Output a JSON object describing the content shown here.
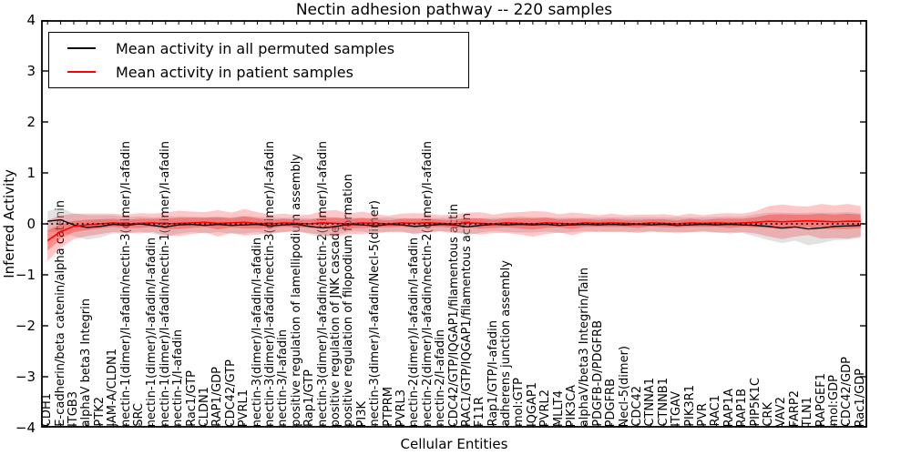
{
  "title": "Nectin adhesion pathway -- 220 samples",
  "axes": {
    "y_ticks": [
      "4",
      "3",
      "2",
      "1",
      "0",
      "−1",
      "−2",
      "−3",
      "−4"
    ],
    "ylim": [
      -4,
      4
    ]
  },
  "chart_data": {
    "type": "line",
    "title": "Nectin adhesion pathway -- 220 samples",
    "xlabel": "Cellular Entities",
    "ylabel": "Inferred Activity",
    "ylim": [
      -4,
      4
    ],
    "grid": false,
    "legend_position": "upper left",
    "reference_line": {
      "y": 0,
      "style": "dotted",
      "color": "#000000"
    },
    "categories": [
      "CDH1",
      "E-cadherin/beta catenin/alpha catenin",
      "ITGB3",
      "alphaV beta3 Integrin",
      "PTK2",
      "JAM-A/CLDN1",
      "nectin-1(dimer)/I-afadin/nectin-3(dimer)/I-afadin",
      "SRC",
      "nectin-1(dimer)/I-afadin/I-afadin",
      "nectin-1(dimer)/I-afadin/nectin-1(dimer)/I-afadin",
      "nectin-1/I-afadin",
      "Rac1/GTP",
      "CLDN1",
      "RAP1/GDP",
      "CDC42/GTP",
      "PVRL1",
      "nectin-3(dimer)/I-afadin/I-afadin",
      "nectin-3(dimer)/I-afadin/nectin-3(dimer)/I-afadin",
      "nectin-3/I-afadin",
      "positive regulation of lamellipodium assembly",
      "Rap1/GTP",
      "nectin-3(dimer)/I-afadin/nectin-2(dimer)/I-afadin",
      "positive regulation of JNK cascade",
      "positive regulation of filopodium formation",
      "PI3K",
      "nectin-3(dimer)/I-afadin/Necl-5(dimer)",
      "PTPRM",
      "PVRL3",
      "nectin-2(dimer)/I-afadin/I-afadin",
      "nectin-2(dimer)/I-afadin/nectin-2(dimer)/I-afadin",
      "nectin-2/I-afadin",
      "CDC42/GTP/IQGAP1/filamentous actin",
      "RAC1/GTP/IQGAP1/filamentous actin",
      "F11R",
      "Rap1/GTP/I-afadin",
      "adherens junction assembly",
      "mol:GTP",
      "IQGAP1",
      "PVRL2",
      "MLLT4",
      "PIK3CA",
      "alphaV/beta3 Integrin/Talin",
      "PDGFB-D/PDGFRB",
      "PDGFRB",
      "Necl-5(dimer)",
      "CDC42",
      "CTNNA1",
      "CTNNB1",
      "ITGAV",
      "PIK3R1",
      "PVR",
      "RAC1",
      "RAP1A",
      "RAP1B",
      "PIP5K1C",
      "CRK",
      "VAV2",
      "FARP2",
      "TLN1",
      "RAPGEF1",
      "mol:GDP",
      "CDC42/GDP",
      "Rac1/GDP"
    ],
    "series": [
      {
        "name": "Mean activity in all permuted samples",
        "color": "#000000",
        "band_color": "#bfbfbf",
        "band_opacity": 0.45,
        "values": [
          0.05,
          0.08,
          -0.02,
          -0.07,
          -0.05,
          -0.01,
          -0.03,
          0,
          -0.03,
          -0.06,
          -0.02,
          -0.01,
          -0.03,
          -0.01,
          -0.03,
          -0.02,
          -0.01,
          -0.04,
          -0.02,
          -0.01,
          -0.05,
          -0.08,
          -0.05,
          -0.01,
          -0.02,
          -0.04,
          -0.01,
          -0.02,
          -0.05,
          -0.03,
          -0.01,
          -0.02,
          -0.06,
          -0.03,
          -0.01,
          -0.02,
          -0.01,
          -0.02,
          -0.01,
          -0.03,
          -0.02,
          -0.01,
          -0.02,
          -0.01,
          -0.02,
          -0.01,
          -0.02,
          -0.01,
          -0.03,
          -0.02,
          -0.01,
          -0.02,
          -0.01,
          -0.02,
          -0.03,
          -0.05,
          -0.08,
          -0.06,
          -0.1,
          -0.08,
          -0.05,
          -0.04,
          -0.03
        ],
        "band_halfwidth": [
          0.2,
          0.24,
          0.22,
          0.24,
          0.22,
          0.18,
          0.16,
          0.15,
          0.16,
          0.2,
          0.17,
          0.15,
          0.16,
          0.15,
          0.16,
          0.17,
          0.15,
          0.16,
          0.14,
          0.13,
          0.16,
          0.19,
          0.16,
          0.14,
          0.13,
          0.16,
          0.14,
          0.13,
          0.16,
          0.14,
          0.13,
          0.14,
          0.17,
          0.14,
          0.13,
          0.14,
          0.16,
          0.15,
          0.14,
          0.15,
          0.14,
          0.13,
          0.15,
          0.14,
          0.15,
          0.14,
          0.15,
          0.14,
          0.16,
          0.15,
          0.14,
          0.16,
          0.15,
          0.16,
          0.22,
          0.27,
          0.3,
          0.27,
          0.32,
          0.3,
          0.27,
          0.27,
          0.24
        ]
      },
      {
        "name": "Mean activity in patient samples",
        "color": "#ff0000",
        "band_color": "#ff0000",
        "band_opacity": 0.22,
        "band_inner_opacity": 0.3,
        "values": [
          -0.33,
          -0.15,
          -0.05,
          -0.02,
          0,
          0.02,
          0,
          0.01,
          0.02,
          0,
          0.01,
          0.02,
          0.03,
          0.01,
          0.02,
          0.03,
          0.01,
          0,
          0.02,
          0.01,
          0,
          0.02,
          0.01,
          0,
          0.02,
          0.01,
          0,
          0.02,
          0.01,
          0.02,
          0.01,
          0,
          0.02,
          0.01,
          0,
          0.02,
          0.01,
          0,
          0.02,
          0.01,
          0,
          0.02,
          0.01,
          0.02,
          0.01,
          0,
          0.02,
          0.01,
          0,
          0.02,
          0.01,
          0.02,
          0.01,
          0.02,
          0.03,
          0.05,
          0.04,
          0.05,
          0.06,
          0.05,
          0.04,
          0.05,
          0.05
        ],
        "band_halfwidth": [
          0.4,
          0.32,
          0.25,
          0.22,
          0.2,
          0.18,
          0.18,
          0.2,
          0.18,
          0.22,
          0.25,
          0.22,
          0.2,
          0.26,
          0.2,
          0.26,
          0.22,
          0.18,
          0.18,
          0.16,
          0.18,
          0.24,
          0.26,
          0.2,
          0.22,
          0.18,
          0.16,
          0.18,
          0.2,
          0.18,
          0.16,
          0.18,
          0.2,
          0.22,
          0.18,
          0.2,
          0.22,
          0.25,
          0.22,
          0.18,
          0.22,
          0.18,
          0.16,
          0.18,
          0.16,
          0.18,
          0.16,
          0.18,
          0.16,
          0.18,
          0.16,
          0.18,
          0.2,
          0.18,
          0.22,
          0.3,
          0.34,
          0.3,
          0.28,
          0.34,
          0.32,
          0.34,
          0.3
        ],
        "band_inner_halfwidth": [
          0.2,
          0.14,
          0.11,
          0.1,
          0.09,
          0.08,
          0.08,
          0.09,
          0.08,
          0.1,
          0.11,
          0.1,
          0.09,
          0.12,
          0.09,
          0.12,
          0.1,
          0.08,
          0.08,
          0.07,
          0.08,
          0.11,
          0.12,
          0.09,
          0.1,
          0.08,
          0.07,
          0.08,
          0.09,
          0.08,
          0.07,
          0.08,
          0.09,
          0.1,
          0.08,
          0.09,
          0.1,
          0.11,
          0.1,
          0.08,
          0.1,
          0.08,
          0.07,
          0.08,
          0.07,
          0.08,
          0.07,
          0.08,
          0.07,
          0.08,
          0.07,
          0.08,
          0.09,
          0.08,
          0.1,
          0.13,
          0.15,
          0.13,
          0.12,
          0.15,
          0.14,
          0.15,
          0.13
        ]
      }
    ]
  }
}
